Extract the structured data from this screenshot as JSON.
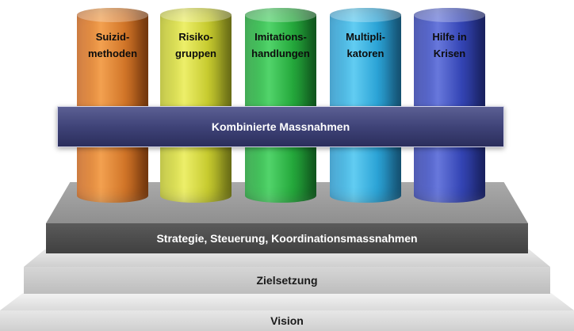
{
  "levels": {
    "vision": "Vision",
    "goal": "Zielsetzung",
    "strategy": "Strategie, Steuerung, Koordinationsmassnahmen"
  },
  "pillars": [
    {
      "line1": "Suizid-",
      "line2": "methoden",
      "color": "#f08a35"
    },
    {
      "line1": "Risiko-",
      "line2": "gruppen",
      "color": "#d8db45"
    },
    {
      "line1": "Imitations-",
      "line2": "handlungen",
      "color": "#35bf4f"
    },
    {
      "line1": "Multipli-",
      "line2": "katoren",
      "color": "#3eb5e6"
    },
    {
      "line1": "Hilfe in",
      "line2": "Krisen",
      "color": "#4656c6"
    }
  ],
  "combined": "Kombinierte Massnahmen"
}
